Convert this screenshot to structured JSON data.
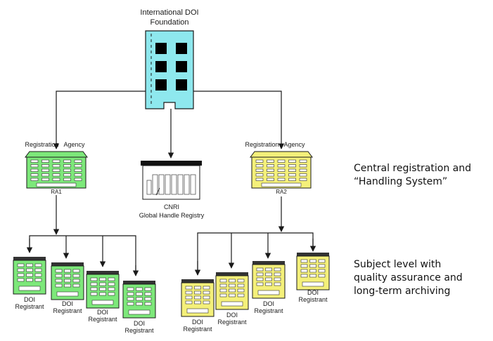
{
  "foundation": {
    "line1": "International DOI",
    "line2": "Foundation"
  },
  "agencies": [
    {
      "label": "Registration   Agency",
      "code": "RA1"
    },
    {
      "label": "Registration   Agency",
      "code": "RA2"
    }
  ],
  "registry": {
    "line1": "CNRI",
    "line2": "Global Handle Registry"
  },
  "registrant": {
    "line1": "DOI",
    "line2": "Registrant"
  },
  "side_notes": {
    "central": {
      "line1": "Central registration and",
      "line2": "“Handling System”"
    },
    "subject": {
      "line1": "Subject level with",
      "line2": "quality assurance and",
      "line3": "long-term archiving"
    }
  },
  "colors": {
    "foundation": "#8ee8ee",
    "agency_left": "#7de87a",
    "agency_right": "#f4f07a",
    "line": "#1a1a1a"
  }
}
